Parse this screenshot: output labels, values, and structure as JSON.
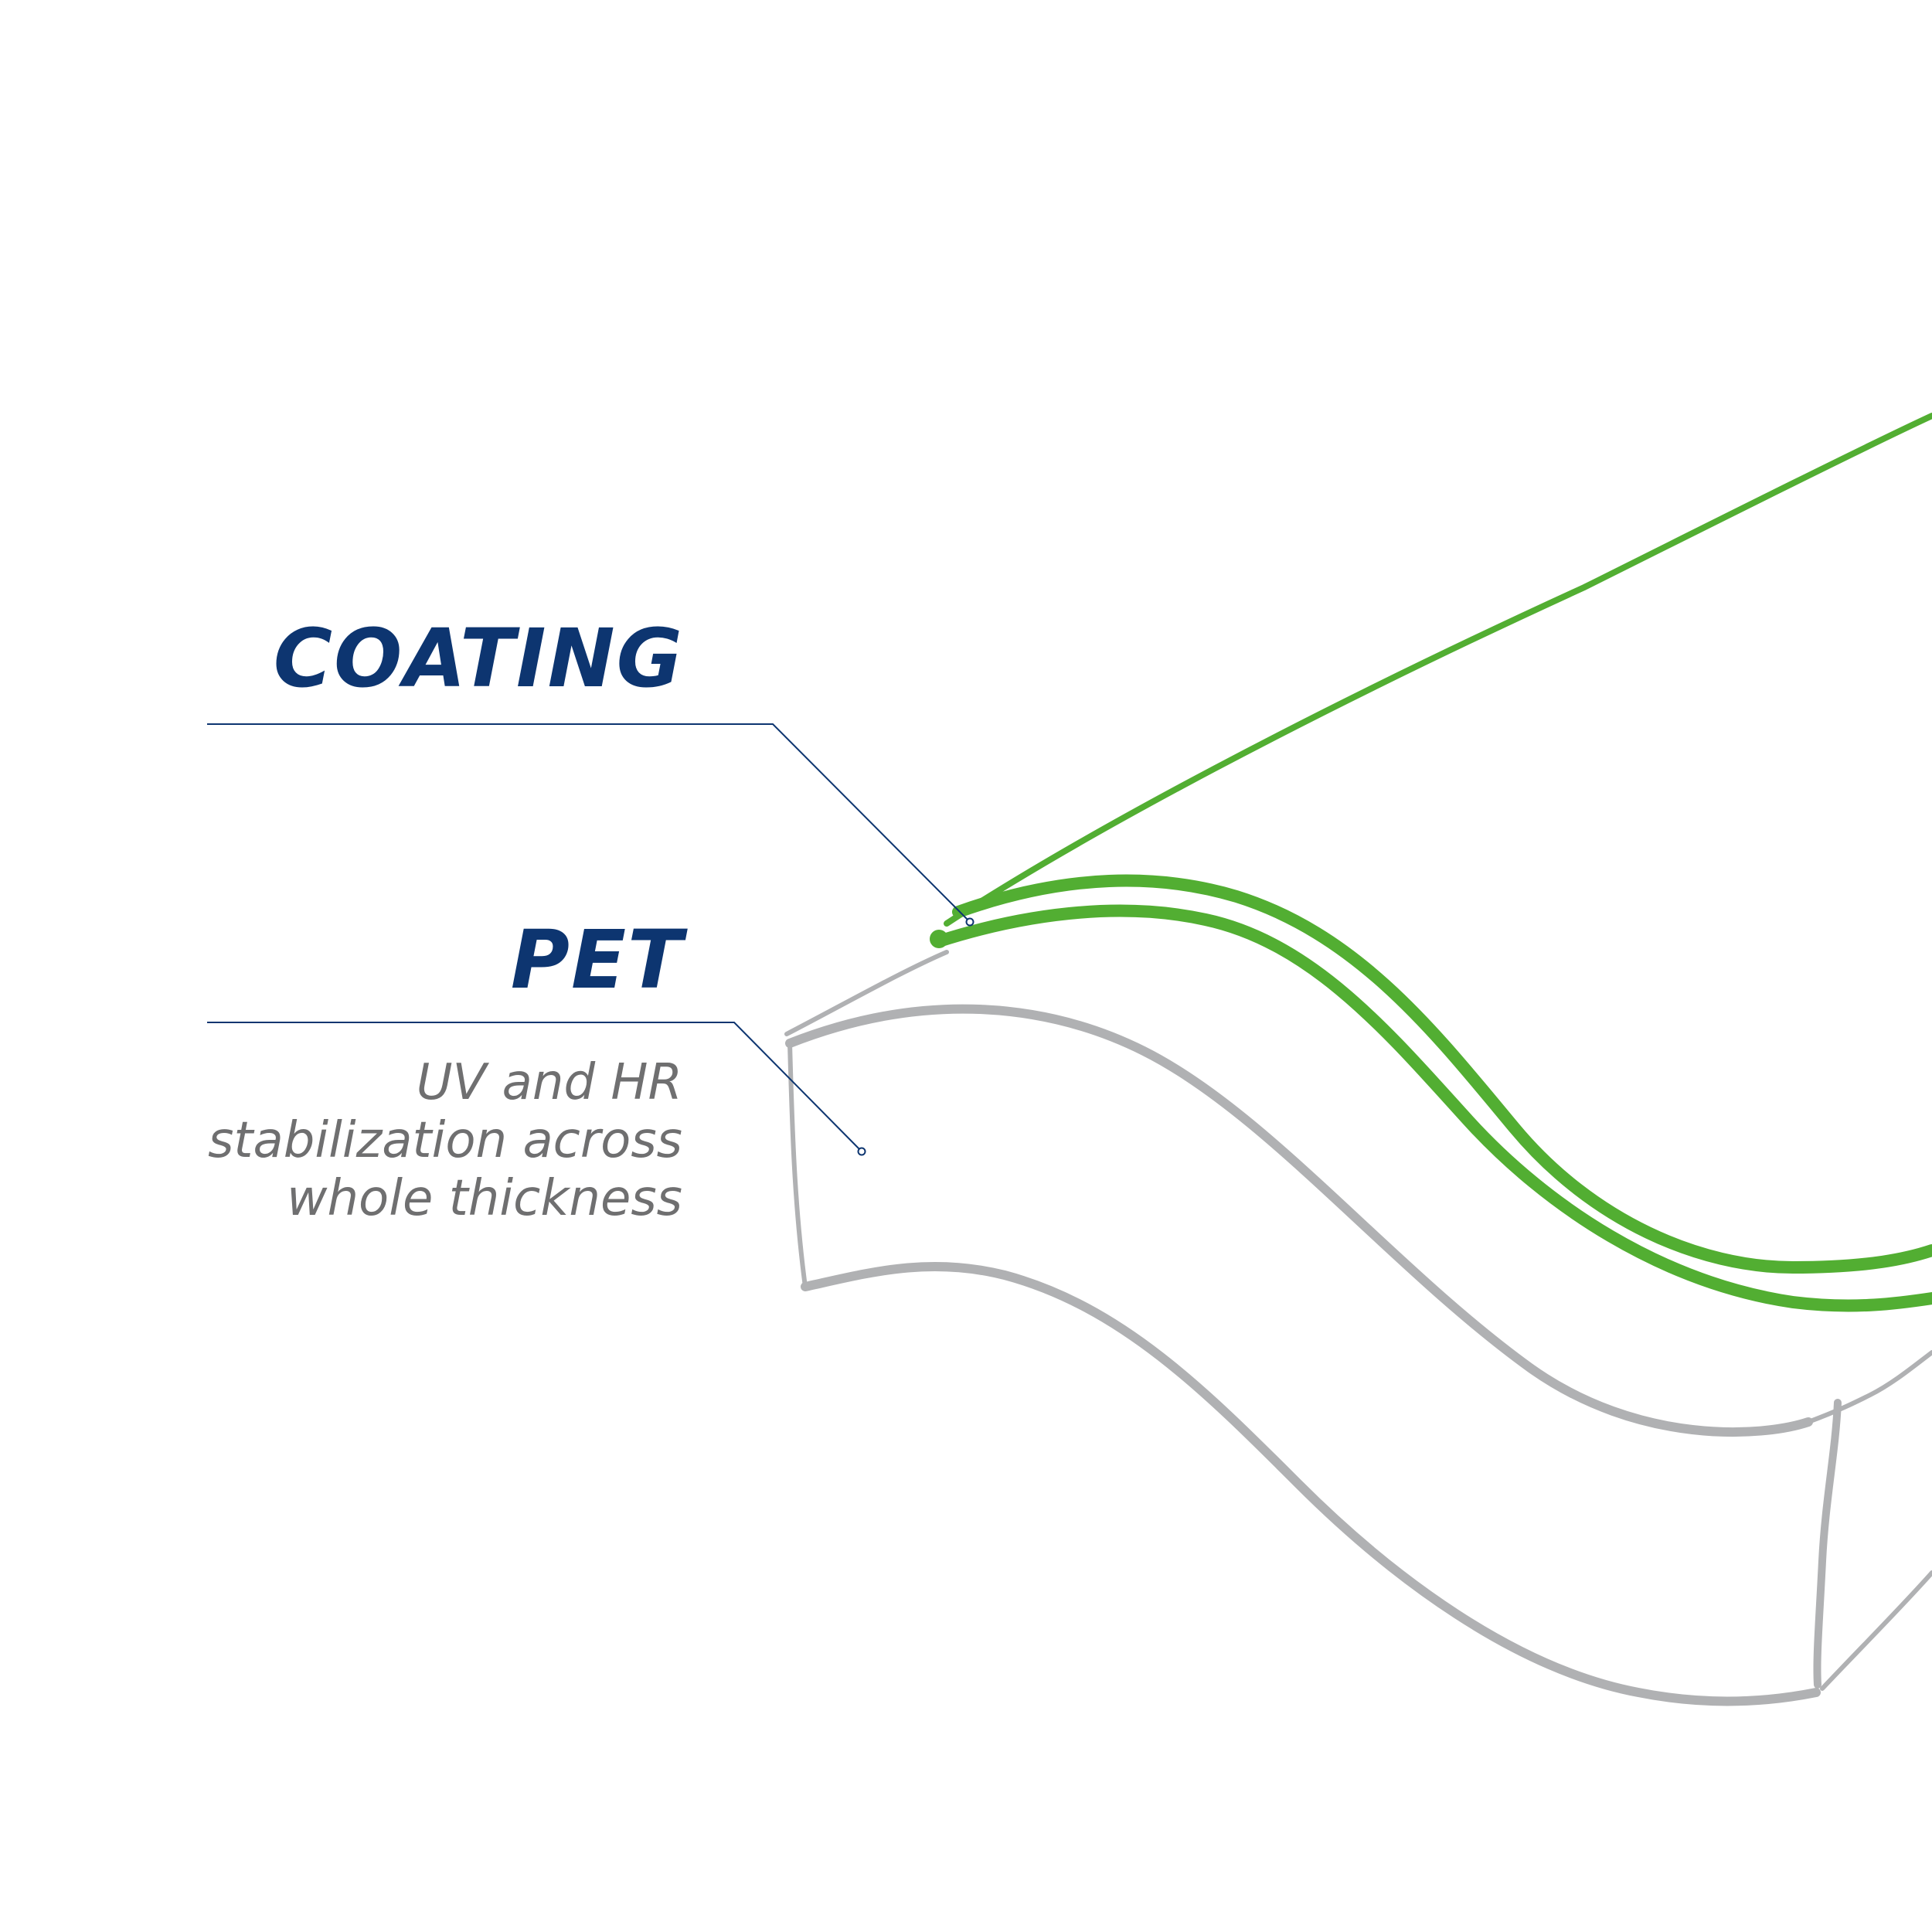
{
  "labels": {
    "coating": "COATING",
    "pet": "PET",
    "pet_description": [
      "UV and HR",
      "stabilization across",
      "whole thickness"
    ]
  },
  "colors": {
    "title_blue": "#0d3570",
    "leader_blue": "#0d3570",
    "coating_green": "#52ae32",
    "pet_gray": "#b0b1b3",
    "note_gray": "#6f6f70"
  }
}
